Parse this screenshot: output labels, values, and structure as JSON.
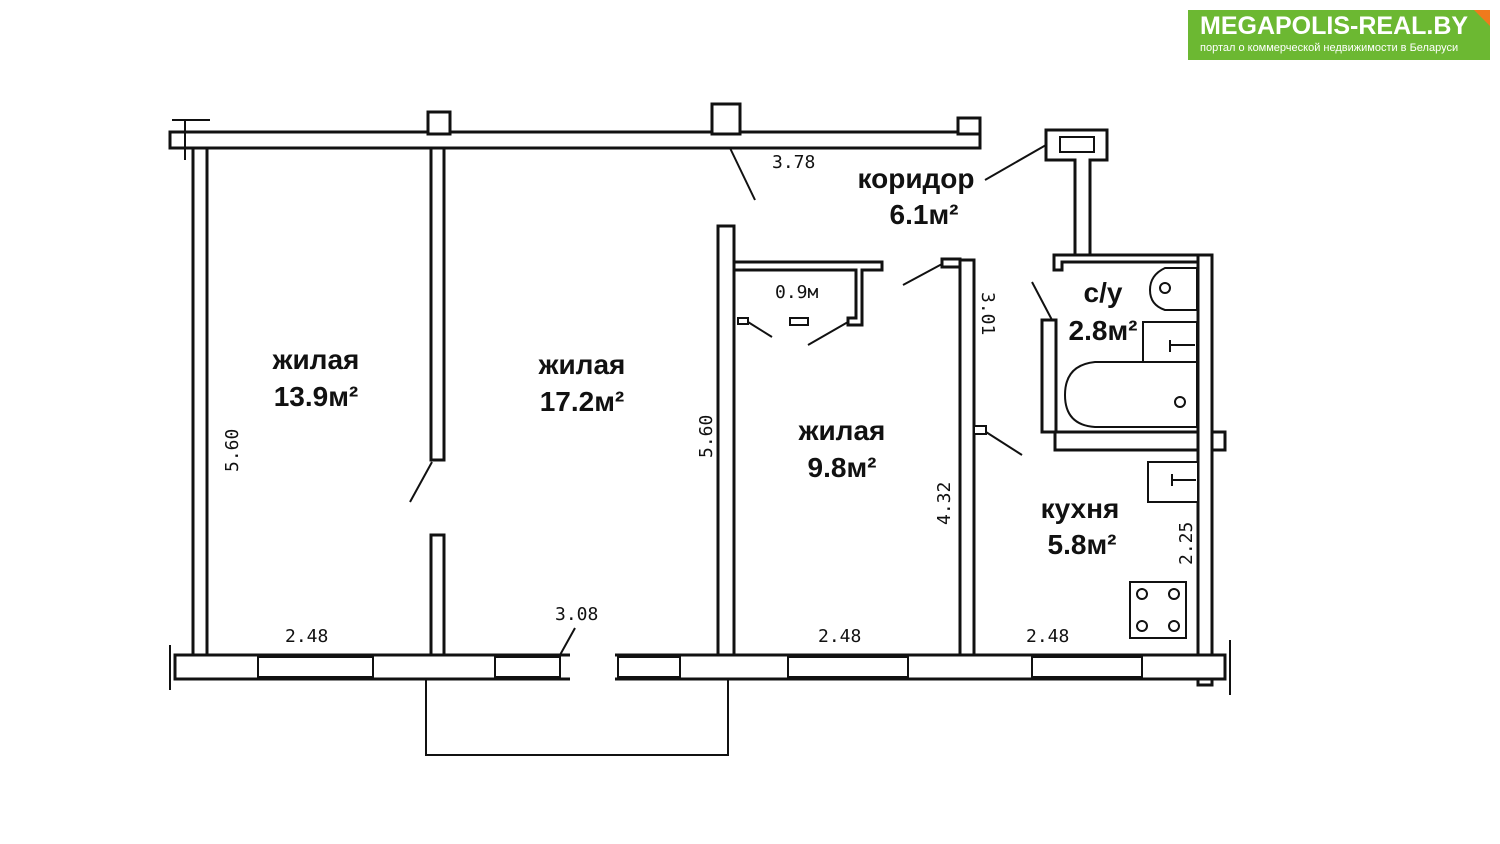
{
  "logo": {
    "title": "MEGAPOLIS-REAL.BY",
    "subtitle": "портал о коммерческой недвижимости в Беларуси",
    "color": "#6cb832",
    "accent": "#f07a1c"
  },
  "rooms": [
    {
      "name": "жилая",
      "area": "13.9м²"
    },
    {
      "name": "жилая",
      "area": "17.2м²"
    },
    {
      "name": "жилая",
      "area": "9.8м²"
    },
    {
      "name": "коридор",
      "area": "6.1м²"
    },
    {
      "name": "с/у",
      "area": "2.8м²"
    },
    {
      "name": "кухня",
      "area": "5.8м²"
    }
  ],
  "dimensions": {
    "corridor_len": "3.78",
    "closet": "0.9м",
    "room3_upper": "3.01",
    "room1_height": "5.60",
    "room2_height": "5.60",
    "room3_height": "4.32",
    "kitchen_height": "2.25",
    "room1_width": "2.48",
    "room2_width": "3.08",
    "room3_width": "2.48",
    "kitchen_width": "2.48"
  }
}
